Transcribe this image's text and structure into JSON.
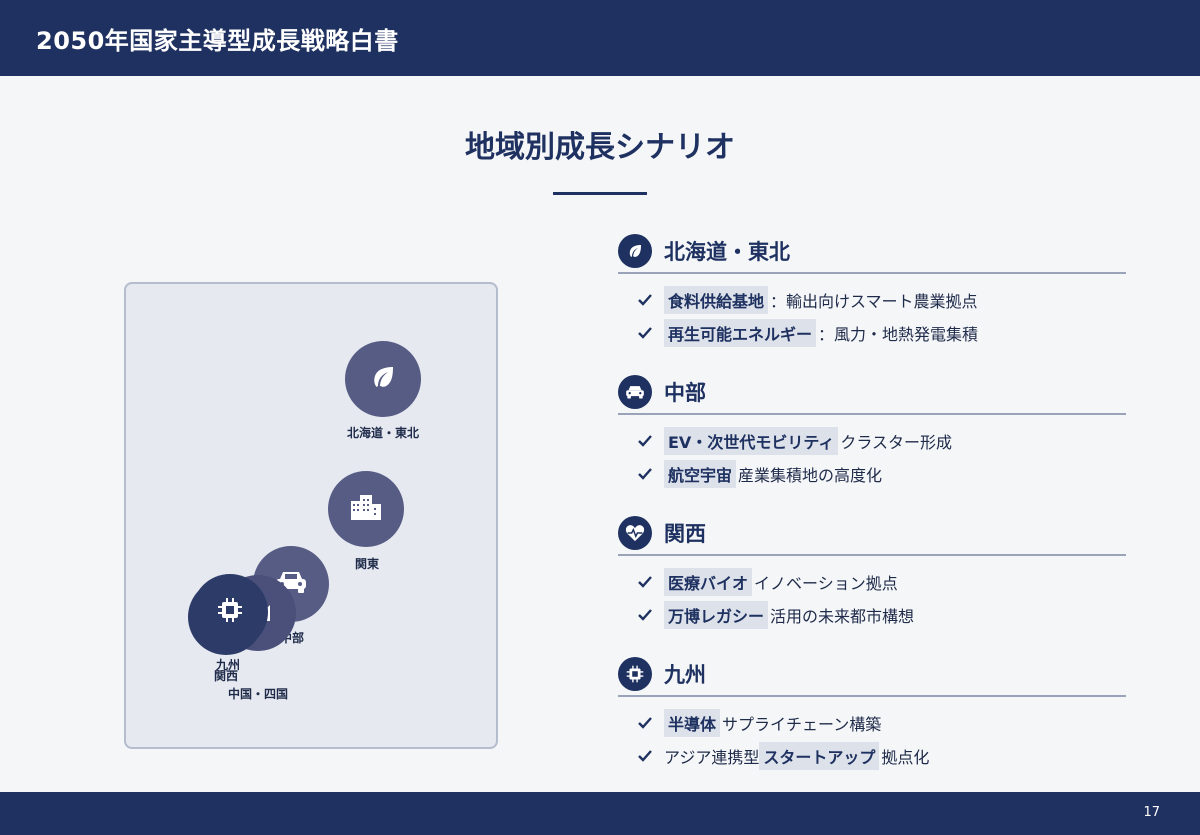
{
  "header": {
    "title": "2050年国家主導型成長戦略白書"
  },
  "slide": {
    "title": "地域別成長シナリオ"
  },
  "map": {
    "nodes": [
      {
        "label": "北海道・東北",
        "icon": "leaf-icon"
      },
      {
        "label": "関東",
        "icon": "building-icon"
      },
      {
        "label": "中部",
        "icon": "car-icon"
      },
      {
        "label": "中国・四国",
        "icon": "chart-icon"
      },
      {
        "label": "九州",
        "icon": "chip-icon"
      },
      {
        "label": "関西",
        "icon": "heartbeat-icon"
      }
    ]
  },
  "regions": [
    {
      "title": "北海道・東北",
      "icon": "leaf-icon",
      "items": [
        {
          "highlight": "食料供給基地",
          "text": "：輸出向けスマート農業拠点"
        },
        {
          "highlight": "再生可能エネルギー",
          "text": "：風力・地熱発電集積"
        }
      ]
    },
    {
      "title": "中部",
      "icon": "car-icon",
      "items": [
        {
          "highlight": "EV・次世代モビリティ",
          "text": "クラスター形成"
        },
        {
          "highlight": "航空宇宙",
          "text": "産業集積地の高度化"
        }
      ]
    },
    {
      "title": "関西",
      "icon": "heartbeat-icon",
      "items": [
        {
          "highlight": "医療バイオ",
          "text": "イノベーション拠点"
        },
        {
          "highlight": "万博レガシー",
          "text": "活用の未来都市構想"
        }
      ]
    },
    {
      "title": "九州",
      "icon": "chip-icon",
      "items": [
        {
          "highlight": "半導体",
          "text": "サプライチェーン構築"
        },
        {
          "prefix": "アジア連携型",
          "highlight": "スタートアップ",
          "text": "拠点化"
        }
      ]
    }
  ],
  "footer": {
    "page_number": "17"
  },
  "colors": {
    "navy": "#1e3160",
    "node": "#575c85",
    "highlight_bg": "#dde1ea"
  }
}
